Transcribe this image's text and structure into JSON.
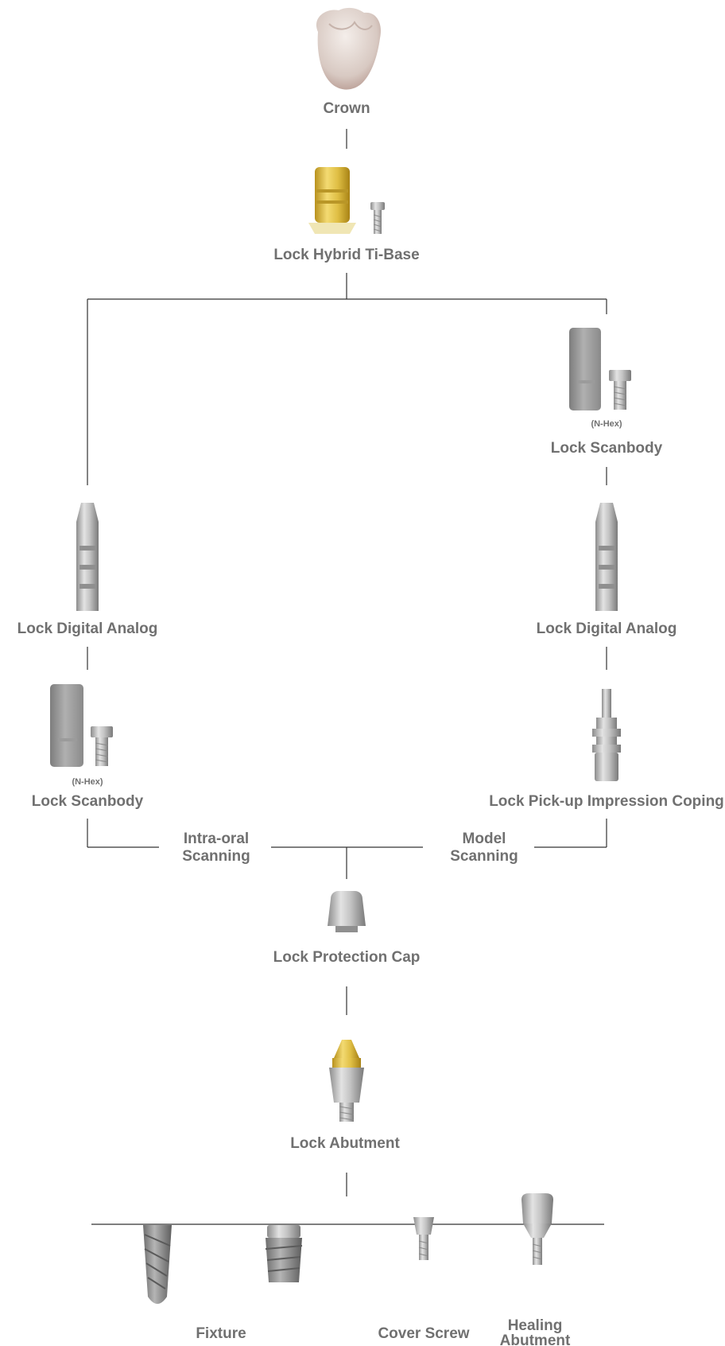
{
  "crown": {
    "label": "Crown"
  },
  "tibase": {
    "label": "Lock Hybrid Ti-Base"
  },
  "scanbody_top": {
    "label": "Lock Scanbody",
    "note": "(N-Hex)"
  },
  "analog_left": {
    "label": "Lock Digital Analog"
  },
  "analog_right": {
    "label": "Lock Digital Analog"
  },
  "scanbody_bottom": {
    "label": "Lock Scanbody",
    "note": "(N-Hex)"
  },
  "coping": {
    "label": "Lock Pick-up Impression Coping"
  },
  "intraoral": {
    "line1": "Intra-oral",
    "line2": "Scanning"
  },
  "model": {
    "line1": "Model",
    "line2": "Scanning"
  },
  "protection_cap": {
    "label": "Lock Protection Cap"
  },
  "abutment": {
    "label": "Lock Abutment"
  },
  "fixture": {
    "label": "Fixture"
  },
  "cover_screw": {
    "label": "Cover Screw"
  },
  "healing": {
    "line1": "Healing",
    "line2": "Abutment"
  }
}
